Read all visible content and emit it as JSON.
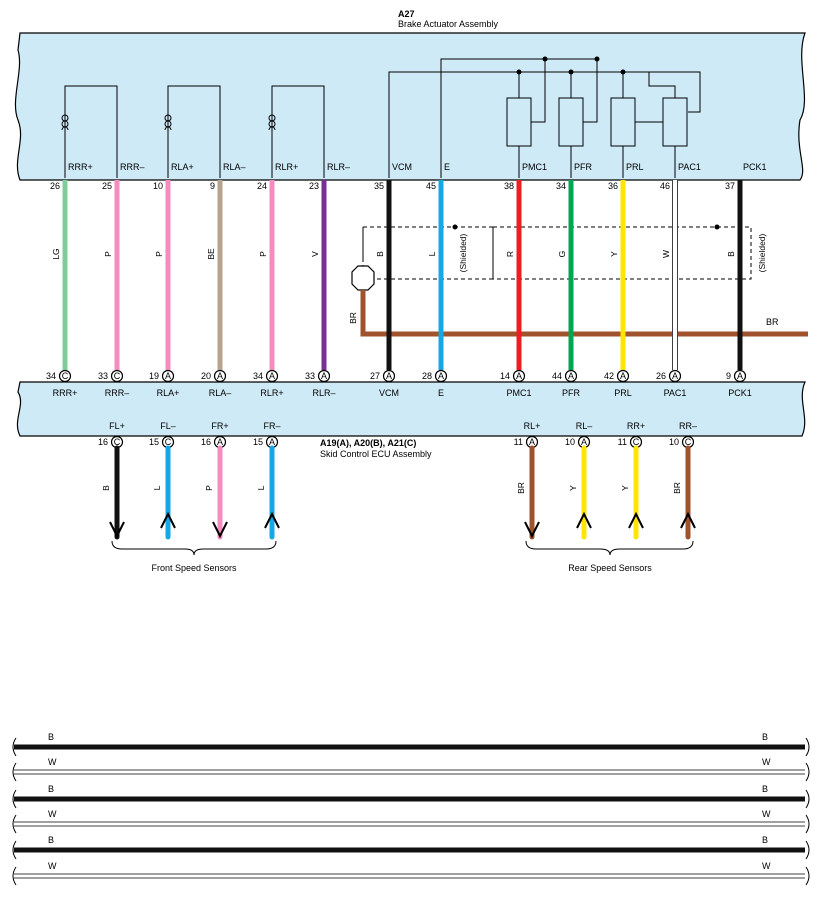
{
  "actuator": {
    "code": "A27",
    "name": "Brake Actuator Assembly"
  },
  "ecu": {
    "code": "A19(A), A20(B), A21(C)",
    "name": "Skid Control ECU Assembly"
  },
  "shielded_label": "(Shielded)",
  "br_label": "BR",
  "colors": {
    "panel": "#cfeaf7",
    "LG": "#7ccf9a",
    "P": "#f48cbf",
    "BE": "#b7a48e",
    "V": "#7a2f96",
    "B": "#111111",
    "L": "#15a7e6",
    "R": "#ee1c24",
    "G": "#00a651",
    "Y": "#ffe600",
    "W": "#ffffff",
    "BR": "#a0522d"
  },
  "wires": [
    {
      "top_name": "RRR+",
      "top_pin": "26",
      "color": "LG",
      "bot_pin": "34",
      "bot_conn": "C",
      "bot_name": "RRR+"
    },
    {
      "top_name": "RRR–",
      "top_pin": "25",
      "color": "P",
      "bot_pin": "33",
      "bot_conn": "C",
      "bot_name": "RRR–"
    },
    {
      "top_name": "RLA+",
      "top_pin": "10",
      "color": "P",
      "bot_pin": "19",
      "bot_conn": "A",
      "bot_name": "RLA+"
    },
    {
      "top_name": "RLA–",
      "top_pin": "9",
      "color": "BE",
      "bot_pin": "20",
      "bot_conn": "A",
      "bot_name": "RLA–"
    },
    {
      "top_name": "RLR+",
      "top_pin": "24",
      "color": "P",
      "bot_pin": "34",
      "bot_conn": "A",
      "bot_name": "RLR+"
    },
    {
      "top_name": "RLR–",
      "top_pin": "23",
      "color": "V",
      "bot_pin": "33",
      "bot_conn": "A",
      "bot_name": "RLR–"
    },
    {
      "top_name": "VCM",
      "top_pin": "35",
      "color": "B",
      "bot_pin": "27",
      "bot_conn": "A",
      "bot_name": "VCM"
    },
    {
      "top_name": "E",
      "top_pin": "45",
      "color": "L",
      "bot_pin": "28",
      "bot_conn": "A",
      "bot_name": "E"
    },
    {
      "top_name": "PMC1",
      "top_pin": "38",
      "color": "R",
      "bot_pin": "14",
      "bot_conn": "A",
      "bot_name": "PMC1"
    },
    {
      "top_name": "PFR",
      "top_pin": "34",
      "color": "G",
      "bot_pin": "44",
      "bot_conn": "A",
      "bot_name": "PFR"
    },
    {
      "top_name": "PRL",
      "top_pin": "36",
      "color": "Y",
      "bot_pin": "42",
      "bot_conn": "A",
      "bot_name": "PRL"
    },
    {
      "top_name": "PAC1",
      "top_pin": "46",
      "color": "W",
      "bot_pin": "26",
      "bot_conn": "A",
      "bot_name": "PAC1"
    },
    {
      "top_name": "PCK1",
      "top_pin": "37",
      "color": "B",
      "bot_pin": "9",
      "bot_conn": "A",
      "bot_name": "PCK1"
    }
  ],
  "sensors": [
    {
      "name": "FL+",
      "pin": "16",
      "conn": "C",
      "color": "B",
      "dir": "down"
    },
    {
      "name": "FL–",
      "pin": "15",
      "conn": "C",
      "color": "L",
      "dir": "up"
    },
    {
      "name": "FR+",
      "pin": "16",
      "conn": "A",
      "color": "P",
      "dir": "down"
    },
    {
      "name": "FR–",
      "pin": "15",
      "conn": "A",
      "color": "L",
      "dir": "up"
    },
    {
      "name": "RL+",
      "pin": "11",
      "conn": "A",
      "color": "BR",
      "dir": "down"
    },
    {
      "name": "RL–",
      "pin": "10",
      "conn": "A",
      "color": "Y",
      "dir": "up"
    },
    {
      "name": "RR+",
      "pin": "11",
      "conn": "C",
      "color": "Y",
      "dir": "up"
    },
    {
      "name": "RR–",
      "pin": "10",
      "conn": "C",
      "color": "BR",
      "dir": "up"
    }
  ],
  "groups": {
    "front": "Front Speed Sensors",
    "rear": "Rear Speed Sensors"
  },
  "legend_bands": [
    {
      "label": "B",
      "color": "B"
    },
    {
      "label": "W",
      "color": "W"
    },
    {
      "label": "B",
      "color": "B"
    },
    {
      "label": "W",
      "color": "W"
    },
    {
      "label": "B",
      "color": "B"
    },
    {
      "label": "W",
      "color": "W"
    }
  ]
}
